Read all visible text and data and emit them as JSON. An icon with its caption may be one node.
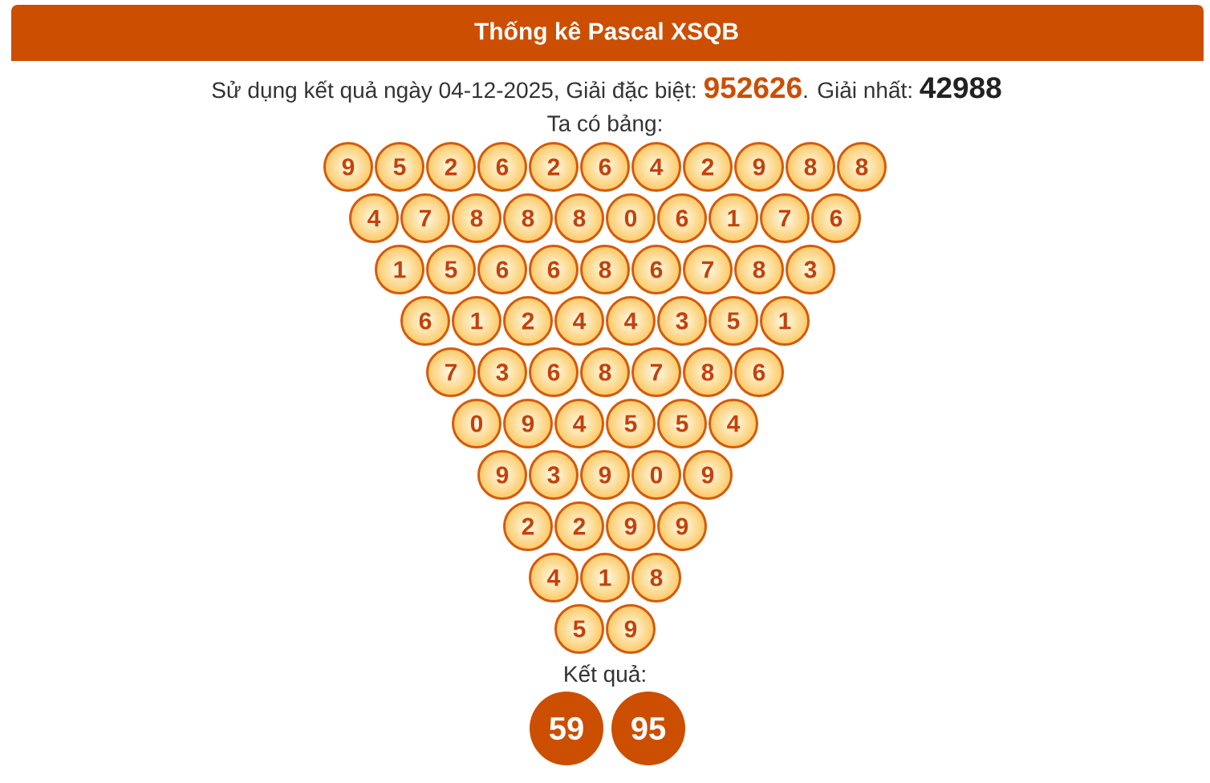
{
  "diagram": {
    "title": "Thống kê Pascal XSQB",
    "nodes": [
      {
        "text": [
          "9"
        ]
      },
      {
        "text": [
          "5"
        ]
      },
      {
        "text": [
          "2"
        ]
      },
      {
        "text": [
          "6"
        ]
      },
      {
        "text": [
          "2"
        ]
      },
      {
        "text": [
          "6"
        ]
      },
      {
        "text": [
          "4"
        ]
      },
      {
        "text": [
          "2"
        ]
      },
      {
        "text": [
          "9"
        ]
      },
      {
        "text": [
          "8"
        ]
      },
      {
        "text": [
          "8"
        ]
      },
      {
        "text": [
          "4"
        ]
      },
      {
        "text": [
          "7"
        ]
      },
      {
        "text": [
          "8"
        ]
      },
      {
        "text": [
          "8"
        ]
      },
      {
        "text": [
          "8"
        ]
      },
      {
        "text": [
          "0"
        ]
      },
      {
        "text": [
          "6"
        ]
      },
      {
        "text": [
          "1"
        ]
      },
      {
        "text": [
          "7"
        ]
      },
      {
        "text": [
          "6"
        ]
      },
      {
        "text": [
          "1"
        ]
      },
      {
        "text": [
          "5"
        ]
      },
      {
        "text": [
          "6"
        ]
      },
      {
        "text": [
          "6"
        ]
      },
      {
        "text": [
          "8"
        ]
      },
      {
        "text": [
          "6"
        ]
      },
      {
        "text": [
          "7"
        ]
      },
      {
        "text": [
          "8"
        ]
      },
      {
        "text": [
          "3"
        ]
      },
      {
        "text": [
          "6"
        ]
      },
      {
        "text": [
          "1"
        ]
      },
      {
        "text": [
          "2"
        ]
      },
      {
        "text": [
          "4"
        ]
      },
      {
        "text": [
          "4"
        ]
      },
      {
        "text": [
          "3"
        ]
      },
      {
        "text": [
          "5"
        ]
      },
      {
        "text": [
          "1"
        ]
      },
      {
        "text": [
          "7"
        ]
      },
      {
        "text": [
          "3"
        ]
      },
      {
        "text": [
          "6"
        ]
      },
      {
        "text": [
          "8"
        ]
      },
      {
        "text": [
          "7"
        ]
      },
      {
        "text": [
          "8"
        ]
      },
      {
        "text": [
          "6"
        ]
      },
      {
        "text": [
          "0"
        ]
      },
      {
        "text": [
          "9"
        ]
      },
      {
        "text": [
          "4"
        ]
      },
      {
        "text": [
          "5"
        ]
      },
      {
        "text": [
          "5"
        ]
      },
      {
        "text": [
          "4"
        ]
      },
      {
        "text": [
          "9"
        ]
      },
      {
        "text": [
          "3"
        ]
      },
      {
        "text": [
          "9"
        ]
      },
      {
        "text": [
          "0"
        ]
      },
      {
        "text": [
          "9"
        ]
      },
      {
        "text": [
          "2"
        ]
      },
      {
        "text": [
          "2"
        ]
      },
      {
        "text": [
          "9"
        ]
      },
      {
        "text": [
          "9"
        ]
      },
      {
        "text": [
          "4"
        ]
      },
      {
        "text": [
          "1"
        ]
      },
      {
        "text": [
          "8"
        ]
      },
      {
        "text": [
          "5"
        ]
      },
      {
        "text": [
          "9"
        ]
      },
      {
        "text": [
          "59"
        ]
      },
      {
        "text": [
          "95"
        ]
      }
    ],
    "labels": [
      "Sử dụng kết quả ngày 04-12-2025, Giải đặc biệt:",
      "952626",
      ". Giải nhất:",
      "42988",
      "Ta có bảng:",
      "Kết quả:"
    ]
  }
}
